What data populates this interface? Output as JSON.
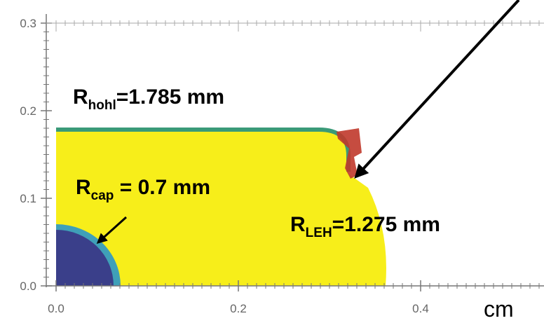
{
  "axes": {
    "x_ticks": [
      "0.0",
      "0.2",
      "0.4"
    ],
    "y_ticks": [
      "0.0",
      "0.1",
      "0.2",
      "0.3"
    ],
    "unit": "cm"
  },
  "annotations": {
    "hohlraum": {
      "symbol": "R",
      "subscript": "hohl",
      "value": "=1.785 mm"
    },
    "capsule": {
      "symbol": "R",
      "subscript": "cap",
      "value": " = 0.7 mm"
    },
    "leh": {
      "symbol": "R",
      "subscript": "LEH",
      "value": "=1.275 mm"
    }
  },
  "colors": {
    "fill": "#f7ee1a",
    "wall": "#3a9a78",
    "capsule": "#3a3f8a",
    "capsule_ring": "#3fa0b8",
    "lip": "#c0392b",
    "axis": "#777777"
  }
}
